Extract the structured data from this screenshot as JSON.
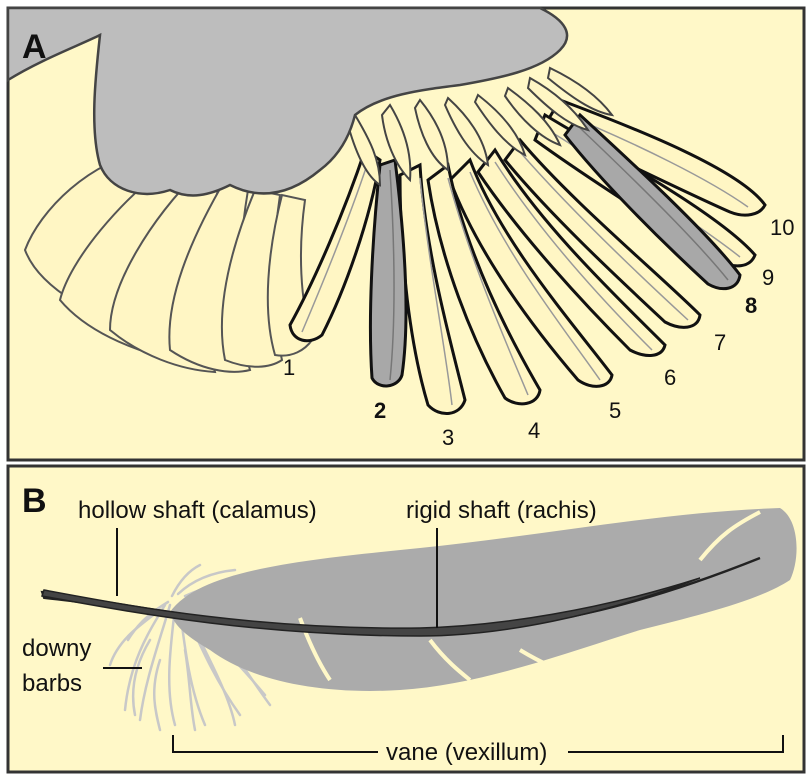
{
  "panel_a": {
    "letter": "A",
    "feather_numbers": [
      {
        "label": "1",
        "bold": false
      },
      {
        "label": "2",
        "bold": true
      },
      {
        "label": "3",
        "bold": false
      },
      {
        "label": "4",
        "bold": false
      },
      {
        "label": "5",
        "bold": false
      },
      {
        "label": "6",
        "bold": false
      },
      {
        "label": "7",
        "bold": false
      },
      {
        "label": "8",
        "bold": true
      },
      {
        "label": "9",
        "bold": false
      },
      {
        "label": "10",
        "bold": false
      }
    ]
  },
  "panel_b": {
    "letter": "B",
    "labels": {
      "calamus": "hollow shaft (calamus)",
      "rachis": "rigid shaft (rachis)",
      "downy_line1": "downy",
      "downy_line2": "barbs",
      "vane": "vane (vexillum)"
    }
  },
  "colors": {
    "background": "#FFF8C8",
    "feather_fill": "#FFF6C4",
    "highlight_feather": "#A8A8A8",
    "body_gray": "#BDBDBD",
    "vane_gray": "#ABABAB",
    "downy_gray": "#C8C8C8",
    "rachis_dark": "#444444",
    "border": "#333333"
  }
}
